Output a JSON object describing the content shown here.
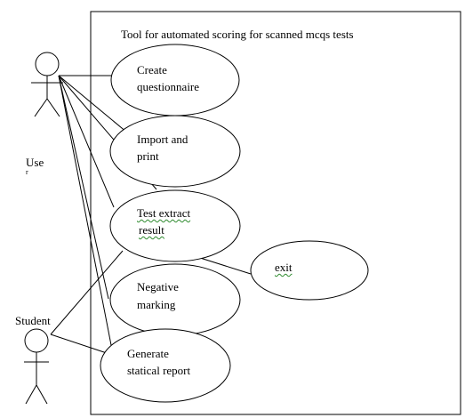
{
  "system": {
    "title": "Tool for automated scoring for scanned mcqs tests"
  },
  "actors": [
    {
      "id": "user",
      "label_line1": "Use",
      "label_line2": "r"
    },
    {
      "id": "student",
      "label": "Student"
    }
  ],
  "use_cases": [
    {
      "id": "create",
      "line1": "Create",
      "line2": "questionnaire"
    },
    {
      "id": "import",
      "line1": "Import and",
      "line2": "print"
    },
    {
      "id": "test",
      "line1": "Test extract",
      "line2": "result"
    },
    {
      "id": "negative",
      "line1": "Negative",
      "line2": "marking"
    },
    {
      "id": "report",
      "line1": "Generate",
      "line2": "statical report"
    },
    {
      "id": "exit",
      "line1": "exit"
    }
  ]
}
